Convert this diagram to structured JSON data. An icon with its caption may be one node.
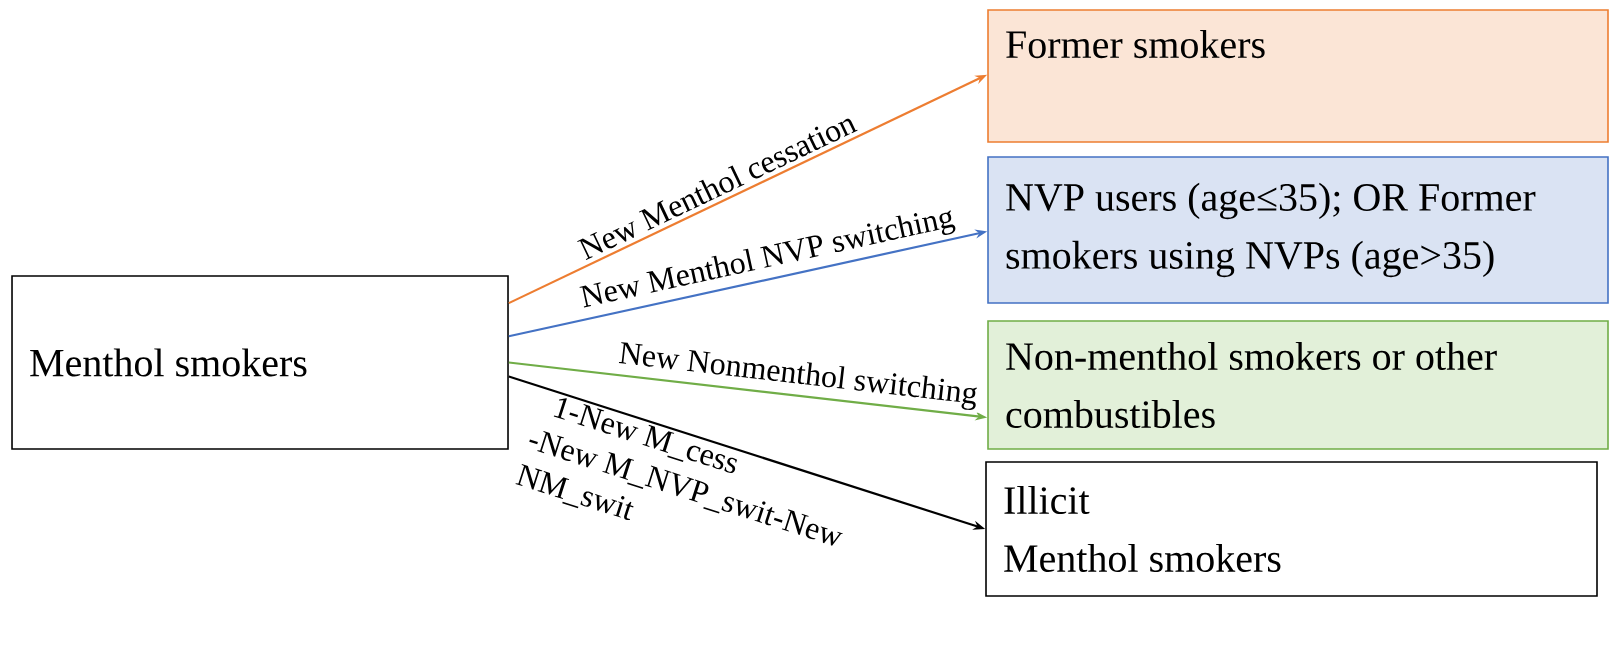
{
  "diagram": {
    "nodes": [
      {
        "text": [
          "Menthol smokers"
        ]
      },
      {
        "text": [
          "Former smokers"
        ]
      },
      {
        "text": [
          "NVP users (age≤35); OR Former smokers using NVPs (age>35)"
        ]
      },
      {
        "text": [
          "Non-menthol smokers or other combustibles"
        ]
      },
      {
        "text": [
          "Illicit Menthol smokers"
        ]
      }
    ],
    "edges": [
      {
        "from": 0,
        "to": 1,
        "arrow": "to",
        "label": "New Menthol cessation",
        "color": "#ed7d31"
      },
      {
        "from": 0,
        "to": 2,
        "arrow": "to",
        "label": "New Menthol NVP switching",
        "color": "#4472c4"
      },
      {
        "from": 0,
        "to": 3,
        "arrow": "to",
        "label": "New Nonmenthol switching",
        "color": "#70ad47"
      },
      {
        "from": 0,
        "to": 4,
        "arrow": "to",
        "label": "1-New M_cess -New M_NVP_swit-New NM_swit",
        "color": "#000000"
      }
    ]
  }
}
